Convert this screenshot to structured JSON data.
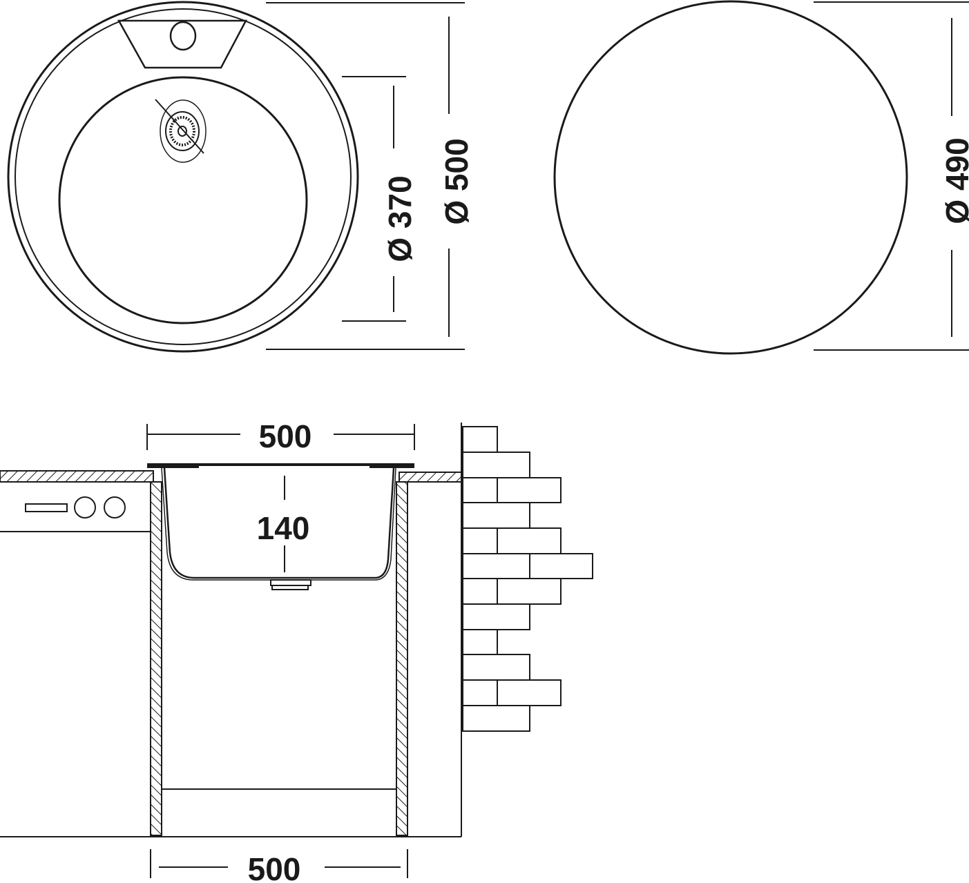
{
  "top_view": {
    "bowl_diameter_label": "Ø 370",
    "outer_diameter_label": "Ø 500"
  },
  "cutout_view": {
    "cutout_diameter_label": "Ø 490"
  },
  "side_view": {
    "sink_width_label": "500",
    "bowl_depth_label": "140",
    "cabinet_width_label": "500"
  },
  "colors": {
    "line": "#1a1a1a",
    "background": "#ffffff"
  }
}
